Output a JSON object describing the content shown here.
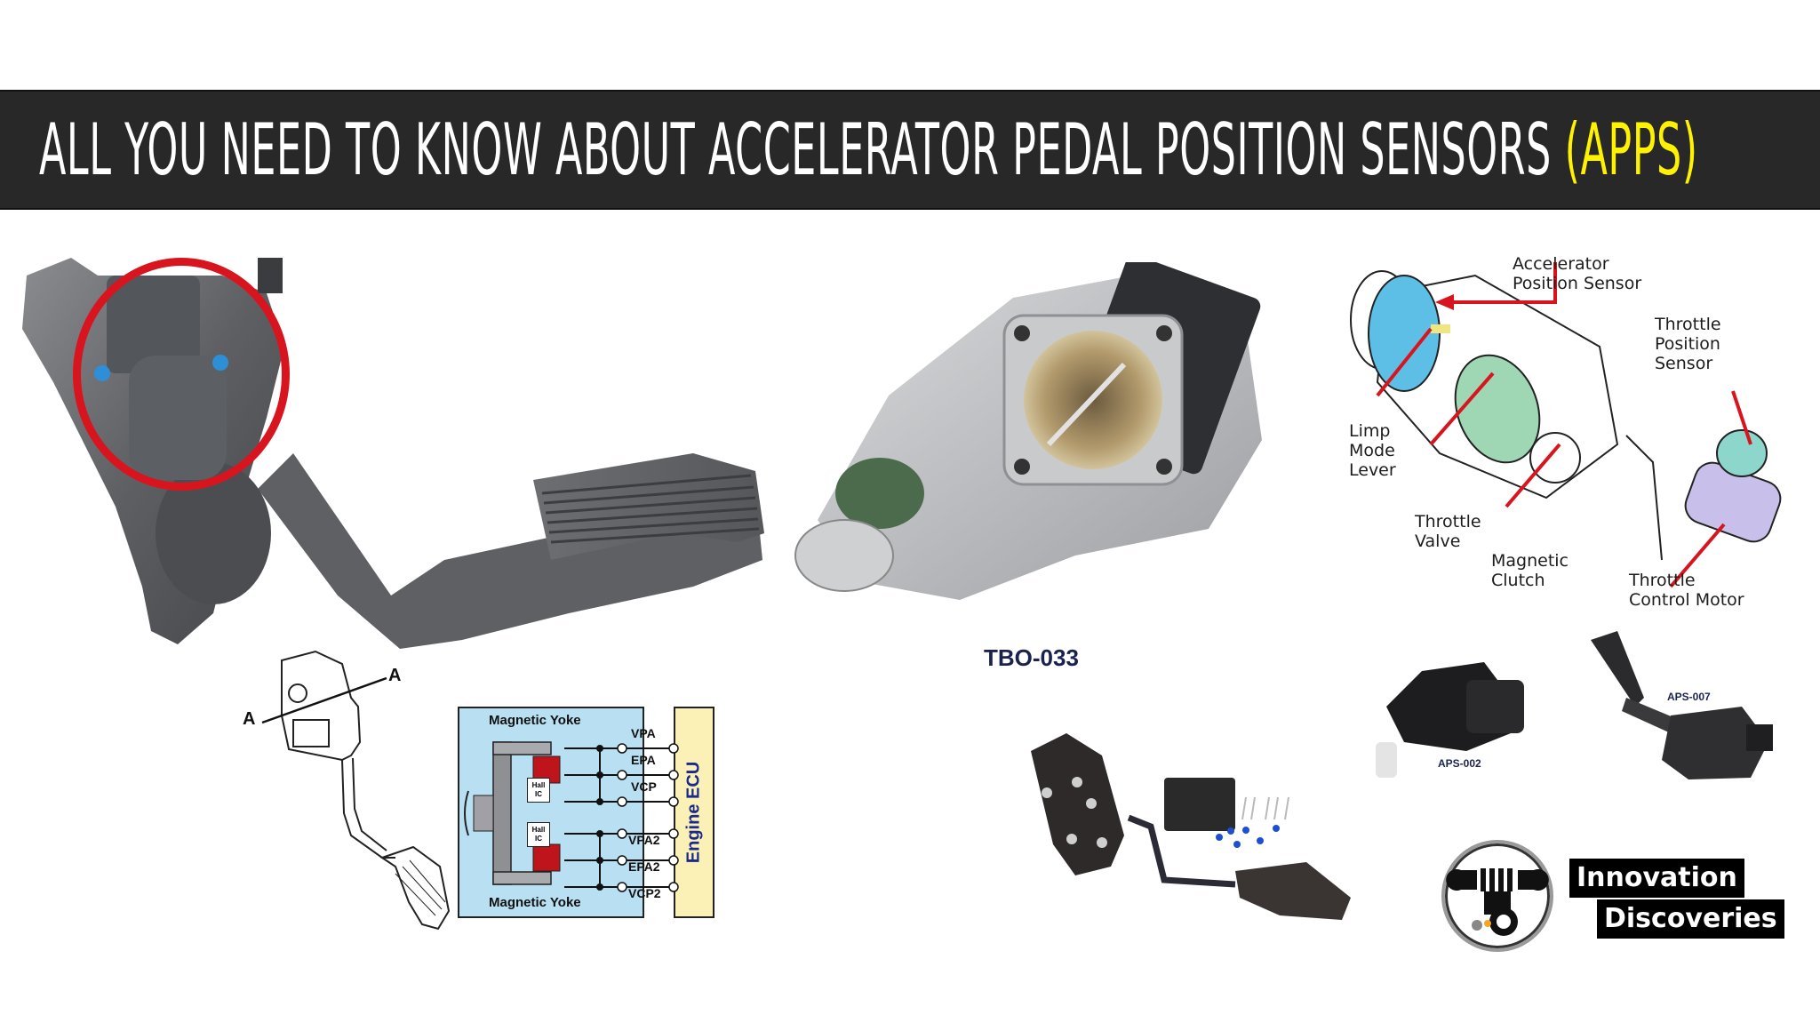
{
  "banner": {
    "title_main": "ALL YOU NEED TO KNOW ABOUT ACCELERATOR PEDAL POSITION SENSORS ",
    "title_accent": "(APPS)",
    "background_color": "#282828",
    "text_color": "#ffffff",
    "accent_color": "#fff200"
  },
  "pedal_photo": {
    "highlight": "red circle around sensor",
    "highlight_color": "#d8151e"
  },
  "line_drawing": {
    "section_marker_left": "A",
    "section_marker_right": "A"
  },
  "wiring_diagram": {
    "top_label": "Magnetic Yoke",
    "bottom_label": "Magnetic Yoke",
    "hall_ic_label": "Hall IC",
    "ecu_label": "Engine ECU",
    "signals": [
      "VPA",
      "EPA",
      "VCP",
      "VPA2",
      "EPA2",
      "VCP2"
    ],
    "box_color": "#b8dff2",
    "ecu_color": "#fbf1b6"
  },
  "throttle_body": {
    "part_number": "TBO-033"
  },
  "exploded_diagram": {
    "labels": {
      "accelerator_sensor": "Accelerator\nPosition Sensor",
      "throttle_sensor": "Throttle\nPosition\nSensor",
      "limp_mode": "Limp\nMode\nLever",
      "throttle_valve": "Throttle\nValve",
      "magnetic_clutch": "Magnetic\nClutch",
      "control_motor": "Throttle\nControl Motor"
    }
  },
  "products": {
    "sensor_a": "APS-002",
    "sensor_b": "APS-007"
  },
  "logo": {
    "line1": "Innovation",
    "line2": "Discoveries"
  }
}
